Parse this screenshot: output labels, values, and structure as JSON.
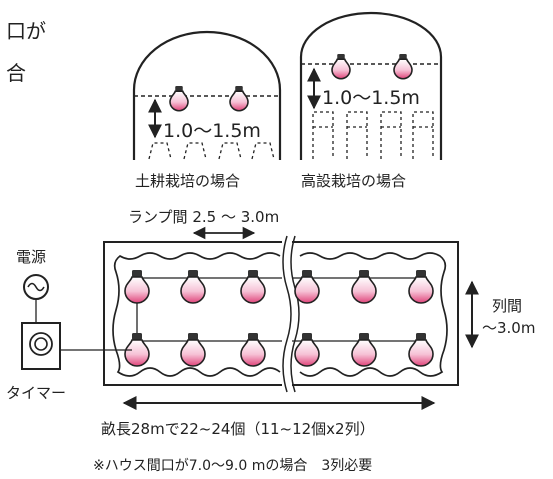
{
  "header_fragment_1": "口が",
  "header_fragment_2": "合",
  "soil_label": "土耕栽培の場合",
  "soil_height": "1.0〜1.5m",
  "hydro_label": "高設栽培の場合",
  "hydro_height": "1.0〜1.5m",
  "lamp_spacing": "ランプ間 2.5 〜 3.0m",
  "power_label": "電源",
  "timer_label": "タイマー",
  "row_spacing_line1": "列間",
  "row_spacing_line2": "〜3.0m",
  "length_label": "畝長28mで22~24個（11~12個x2列）",
  "note": "※ハウス間口が7.0〜9.0 mの場合　3列必要",
  "colors": {
    "bulb": "#e0447a",
    "line": "#222222"
  }
}
